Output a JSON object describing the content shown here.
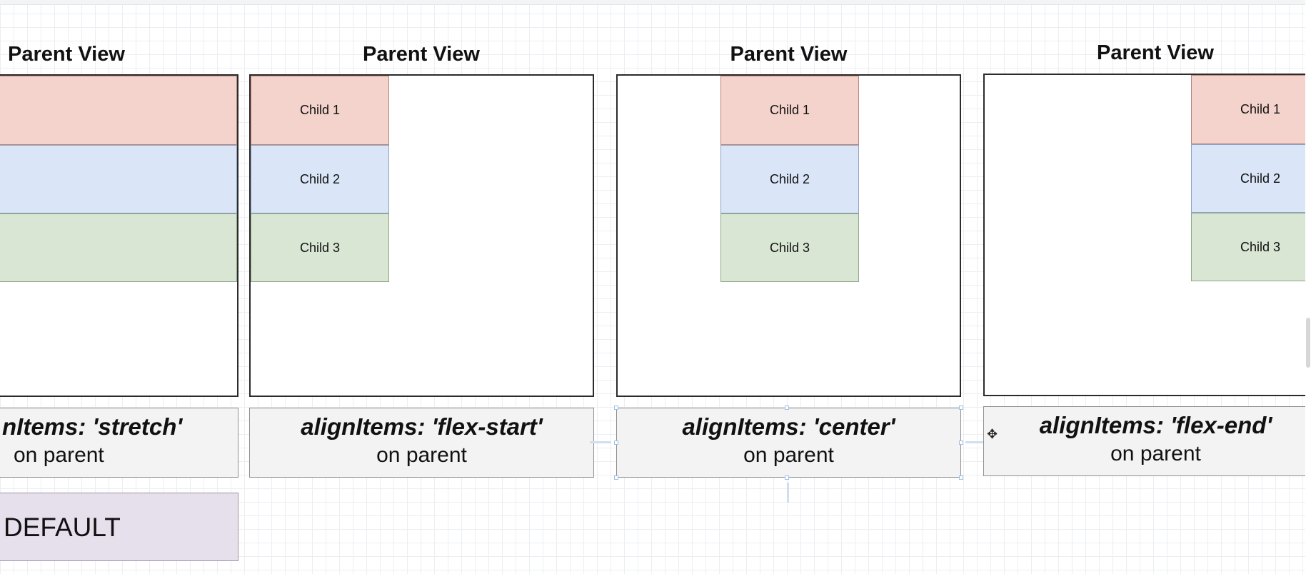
{
  "colors": {
    "child1": "#f4d3cc",
    "child2": "#dae5f7",
    "child3": "#d9e6d4",
    "label_bg": "#f3f3f3",
    "default_bg": "#e6dfec"
  },
  "panels": [
    {
      "title": "Parent View",
      "children": [
        "",
        "",
        ""
      ],
      "label_code": "nItems: 'stretch'",
      "label_sub": "on parent"
    },
    {
      "title": "Parent View",
      "children": [
        "Child 1",
        "Child 2",
        "Child 3"
      ],
      "label_code": "alignItems: 'flex-start'",
      "label_sub": "on parent"
    },
    {
      "title": "Parent View",
      "children": [
        "Child 1",
        "Child 2",
        "Child 3"
      ],
      "label_code": "alignItems: 'center'",
      "label_sub": "on parent"
    },
    {
      "title": "Parent View",
      "children": [
        "Child 1",
        "Child 2",
        "Child 3"
      ],
      "label_code": "alignItems: 'flex-end'",
      "label_sub": "on parent"
    }
  ],
  "default_label": "DEFAULT",
  "icons": {
    "cursor": "move-cursor-icon"
  }
}
